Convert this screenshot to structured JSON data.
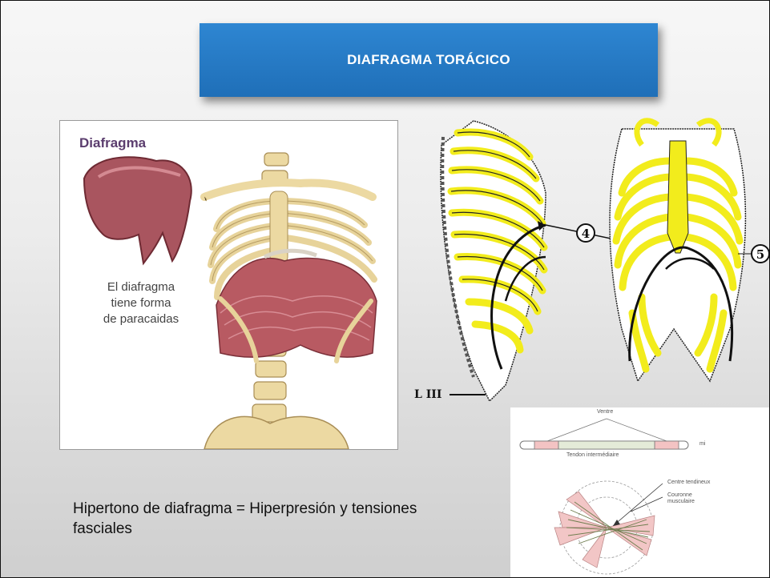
{
  "slide": {
    "title": "DIAFRAGMA TORÁCICO",
    "left_illustration": {
      "heading": "Diafragma",
      "caption": [
        "El diafragma",
        "tiene forma",
        "de paracaidas"
      ]
    },
    "rib_figure": {
      "marker_4": "4",
      "marker_5": "5",
      "bottom_label": "L III"
    },
    "schema": {
      "label_ventre": "Ventre",
      "label_tendon": "Tendon intermédiaire",
      "label_centre": "Centre tendineux",
      "label_couronne": [
        "Couronne",
        "musculaire"
      ],
      "label_side": "mi"
    },
    "body_text": "Hipertono de diafragma = Hiperpresión y tensiones fasciales"
  },
  "colors": {
    "title_bg": "#2372bd",
    "rib_yellow": "#f5ef1e",
    "muscle_pink": "#b85a62"
  }
}
